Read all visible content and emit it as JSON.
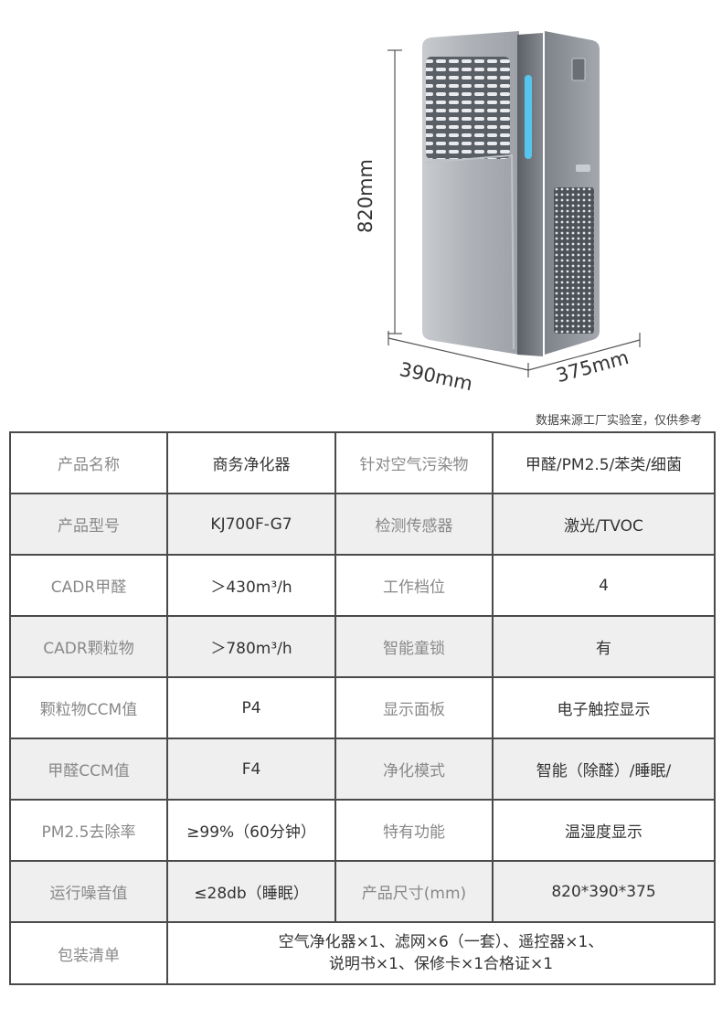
{
  "dimensions": {
    "height": "820mm",
    "width": "390mm",
    "depth": "375mm"
  },
  "note": "数据来源工厂实验室，仅供参考",
  "specs": [
    {
      "l1": "产品名称",
      "v1": "商务净化器",
      "l2": "针对空气污染物",
      "v2": "甲醛/PM2.5/苯类/细菌"
    },
    {
      "l1": "产品型号",
      "v1": "KJ700F-G7",
      "l2": "检测传感器",
      "v2": "激光/TVOC"
    },
    {
      "l1": "CADR甲醛",
      "v1": "＞430m³/h",
      "l2": "工作档位",
      "v2": "4"
    },
    {
      "l1": "CADR颗粒物",
      "v1": "＞780m³/h",
      "l2": "智能童锁",
      "v2": "有"
    },
    {
      "l1": "颗粒物CCM值",
      "v1": "P4",
      "l2": "显示面板",
      "v2": "电子触控显示"
    },
    {
      "l1": "甲醛CCM值",
      "v1": "F4",
      "l2": "净化模式",
      "v2": "智能（除醛）/睡眠/"
    },
    {
      "l1": "PM2.5去除率",
      "v1": "≥99%（60分钟）",
      "l2": "特有功能",
      "v2": "温湿度显示"
    },
    {
      "l1": "运行噪音值",
      "v1": "≤28db（睡眠）",
      "l2": "产品尺寸(mm)",
      "v2": "820*390*375"
    }
  ],
  "package": {
    "label": "包装清单",
    "line1": "空气净化器×1、滤网×6（一套）、遥控器×1、",
    "line2": "说明书×1、保修卡×1合格证×1"
  }
}
